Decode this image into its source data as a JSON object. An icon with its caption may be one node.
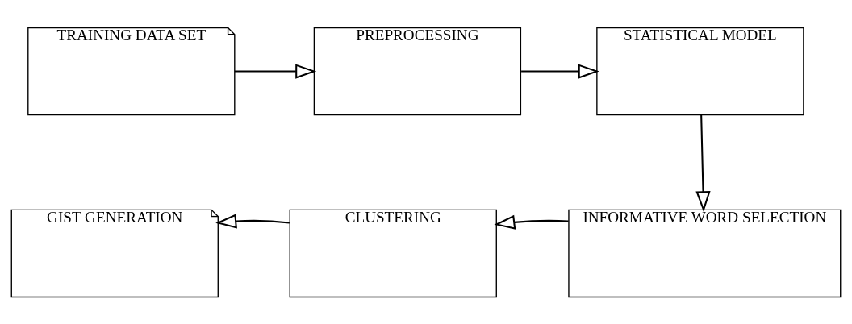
{
  "diagram": {
    "nodes": [
      {
        "text": [
          "TRAINING DATA SET"
        ]
      },
      {
        "text": [
          "PREPROCESSING"
        ]
      },
      {
        "text": [
          "STATISTICAL MODEL"
        ]
      },
      {
        "text": [
          "INFORMATIVE WORD SELECTION"
        ]
      },
      {
        "text": [
          "CLUSTERING"
        ]
      },
      {
        "text": [
          "GIST GENERATION"
        ]
      }
    ],
    "edges": [
      {
        "from": 0,
        "to": 1,
        "arrow": "to"
      },
      {
        "from": 1,
        "to": 2,
        "arrow": "to"
      },
      {
        "from": 2,
        "to": 3,
        "arrow": "to"
      },
      {
        "from": 3,
        "to": 4,
        "arrow": "to"
      },
      {
        "from": 4,
        "to": 5,
        "arrow": "to"
      }
    ]
  }
}
